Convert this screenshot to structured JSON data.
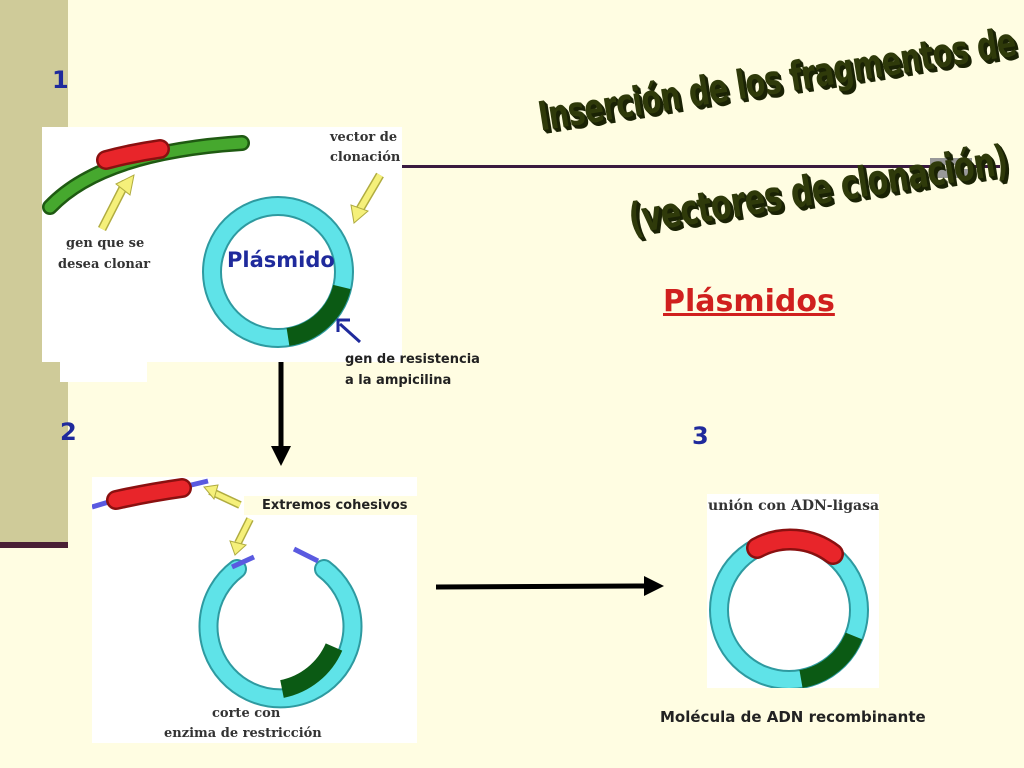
{
  "steps": [
    "1",
    "2",
    "3"
  ],
  "title": {
    "line1": "Inserción de los fragmentos de ADN",
    "line2": "(vectores de clonación)"
  },
  "subtitle": "Plásmidos",
  "panel1": {
    "vector_label_line1": "vector de",
    "vector_label_line2": "clonación",
    "gene_label_line1": "gen que se",
    "gene_label_line2": "desea clonar",
    "plasmid_label": "Plásmido",
    "resistance_line1": "gen de resistencia",
    "resistance_line2": "a la ampicilina"
  },
  "panel2": {
    "sticky_ends": "Extremos cohesivos",
    "cut_line1": "corte con",
    "cut_line2": "enzima de restricción"
  },
  "panel3": {
    "ligase": "unión con ADN-ligasa",
    "result": "Molécula de ADN recombinante"
  },
  "colors": {
    "background": "#FFFDE2",
    "plasmid": "#5FE3E8",
    "resistance_gene": "#0B5A14",
    "insert_gene": "#E8252A",
    "vector_dna": "#3D9A2A",
    "arrow_yellow": "#F5F07A",
    "step_number": "#1F2A9C",
    "subtitle": "#D0201E"
  }
}
